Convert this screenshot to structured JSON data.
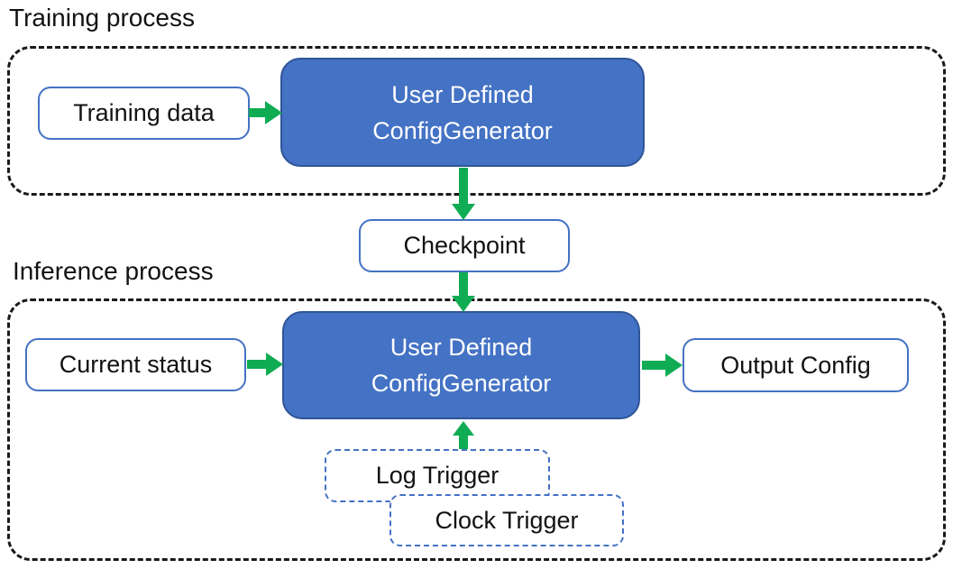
{
  "colors": {
    "node_fill": "#4472C4",
    "node_border": "#2F5597",
    "outline": "#4472C4",
    "arrow": "#10AC54",
    "container": "#1A1A1A",
    "text": "#121212",
    "text_on_blue": "#FFFFFF"
  },
  "sections": {
    "training": {
      "label": "Training process"
    },
    "inference": {
      "label": "Inference process"
    }
  },
  "nodes": {
    "training_data": {
      "label": "Training data"
    },
    "training_generator": {
      "lines": [
        "User Defined",
        "ConfigGenerator"
      ]
    },
    "checkpoint": {
      "label": "Checkpoint"
    },
    "current_status": {
      "label": "Current status"
    },
    "inference_generator": {
      "lines": [
        "User Defined",
        "ConfigGenerator"
      ]
    },
    "output_config": {
      "label": "Output Config"
    },
    "log_trigger": {
      "label": "Log Trigger"
    },
    "clock_trigger": {
      "label": "Clock Trigger"
    }
  },
  "edges": [
    {
      "from": "training_data",
      "to": "training_generator",
      "direction": "right"
    },
    {
      "from": "training_generator",
      "to": "checkpoint",
      "direction": "down"
    },
    {
      "from": "checkpoint",
      "to": "inference_generator",
      "direction": "down"
    },
    {
      "from": "current_status",
      "to": "inference_generator",
      "direction": "right"
    },
    {
      "from": "inference_generator",
      "to": "output_config",
      "direction": "right"
    },
    {
      "from": "log_trigger",
      "to": "inference_generator",
      "direction": "up"
    }
  ]
}
